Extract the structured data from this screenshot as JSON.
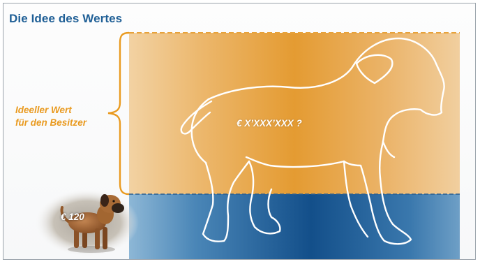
{
  "slide": {
    "title": "Die Idee des Wertes"
  },
  "ideal_value": {
    "label_line1": "Ideeller Wert",
    "label_line2": "für den Besitzer",
    "amount": "€ X’XXX’XXX ?",
    "color": "#e99a1f"
  },
  "market_value": {
    "amount": "€ 120",
    "color": "#1e5b8c"
  },
  "icons": [
    "curly-brace",
    "dog-outline",
    "puppy-photo"
  ]
}
